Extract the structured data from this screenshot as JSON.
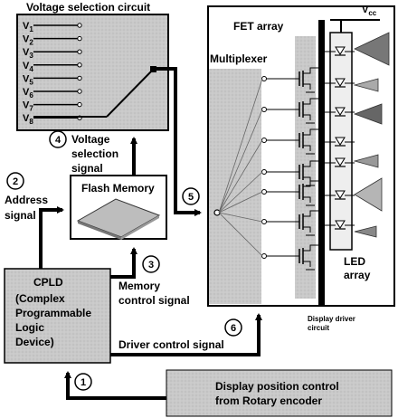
{
  "voltage_selection": {
    "title": "Voltage selection circuit",
    "lines": [
      "V1",
      "V2",
      "V3",
      "V4",
      "V5",
      "V6",
      "V7",
      "V8"
    ],
    "signal_label": [
      "Voltage",
      "selection",
      "signal"
    ],
    "step": "4"
  },
  "flash_memory": {
    "title": "Flash Memory"
  },
  "address": {
    "step": "2",
    "label": [
      "Address",
      "signal"
    ]
  },
  "memory_control": {
    "step": "3",
    "label": [
      "Memory",
      "control signal"
    ]
  },
  "mux_link": {
    "step": "5"
  },
  "cpld": {
    "label": [
      "CPLD",
      "(Complex",
      "Programmable",
      "Logic",
      "Device)"
    ]
  },
  "driver_control": {
    "label": "Driver control signal",
    "step": "6"
  },
  "display_driver": {
    "multiplexer": "Multiplexer",
    "fet_array": "FET array",
    "vcc": "V",
    "vcc_sub": "cc",
    "led_array": [
      "LED",
      "array"
    ],
    "caption": [
      "Display driver",
      "circuit"
    ]
  },
  "rotary": {
    "step": "1",
    "label": [
      "Display position control",
      "from Rotary encoder"
    ]
  },
  "colors": {
    "panel_fill": "#c8c8c8",
    "box_fill": "#d6d6d6",
    "line": "#000000"
  }
}
